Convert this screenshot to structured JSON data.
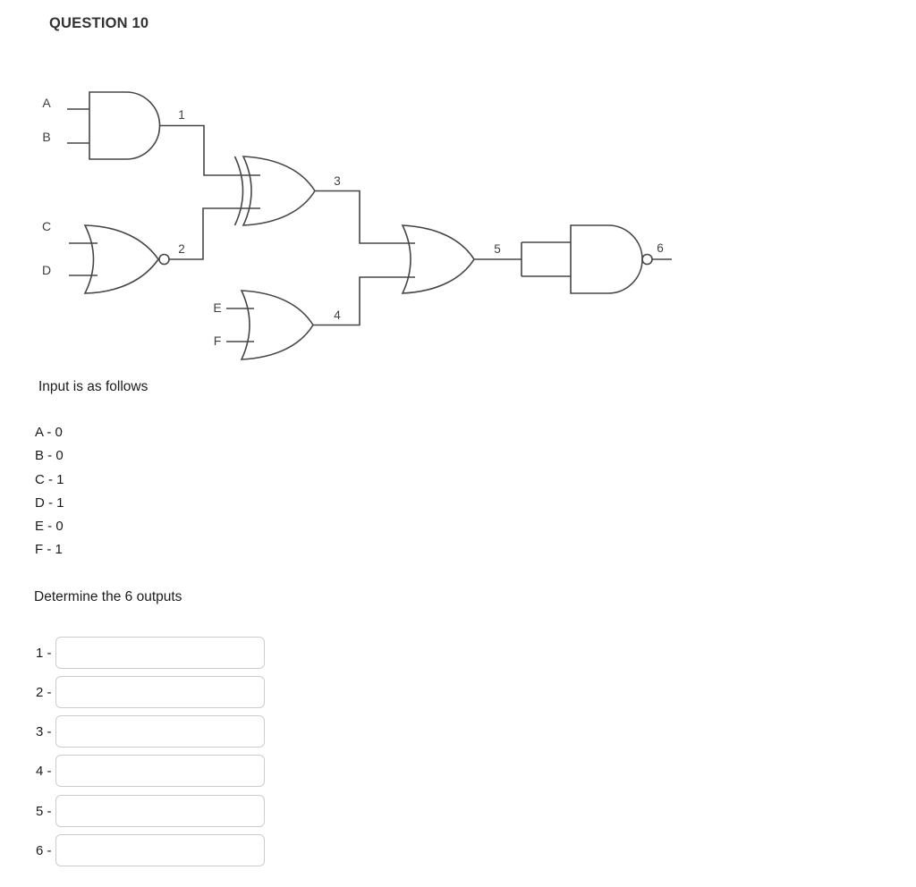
{
  "title": "QUESTION 10",
  "circuit": {
    "stroke_color": "#464646",
    "labels": {
      "A": "A",
      "B": "B",
      "C": "C",
      "D": "D",
      "E": "E",
      "F": "F"
    },
    "node_labels": {
      "n1": "1",
      "n2": "2",
      "n3": "3",
      "n4": "4",
      "n5": "5",
      "n6": "6"
    },
    "gates": [
      {
        "id": "1",
        "type": "AND",
        "inputs": [
          "A",
          "B"
        ],
        "output": "1"
      },
      {
        "id": "2",
        "type": "NOR",
        "inputs": [
          "C",
          "D"
        ],
        "output": "2"
      },
      {
        "id": "3",
        "type": "XOR",
        "inputs": [
          "1",
          "2"
        ],
        "output": "3"
      },
      {
        "id": "4",
        "type": "OR",
        "inputs": [
          "E",
          "F"
        ],
        "output": "4"
      },
      {
        "id": "5",
        "type": "OR",
        "inputs": [
          "3",
          "4"
        ],
        "output": "5"
      },
      {
        "id": "6",
        "type": "NAND",
        "inputs": [
          "5",
          "5"
        ],
        "output": "6"
      }
    ]
  },
  "prompt": {
    "input_heading": "Input is as follows",
    "lines": [
      "A - 0",
      "B - 0",
      "C - 1",
      "D - 1",
      "E - 0",
      "F - 1"
    ],
    "determine": "Determine the 6 outputs"
  },
  "answers": [
    {
      "label": "1 -",
      "value": ""
    },
    {
      "label": "2 -",
      "value": ""
    },
    {
      "label": "3 -",
      "value": ""
    },
    {
      "label": "4 -",
      "value": ""
    },
    {
      "label": "5 -",
      "value": ""
    },
    {
      "label": "6 -",
      "value": ""
    }
  ]
}
